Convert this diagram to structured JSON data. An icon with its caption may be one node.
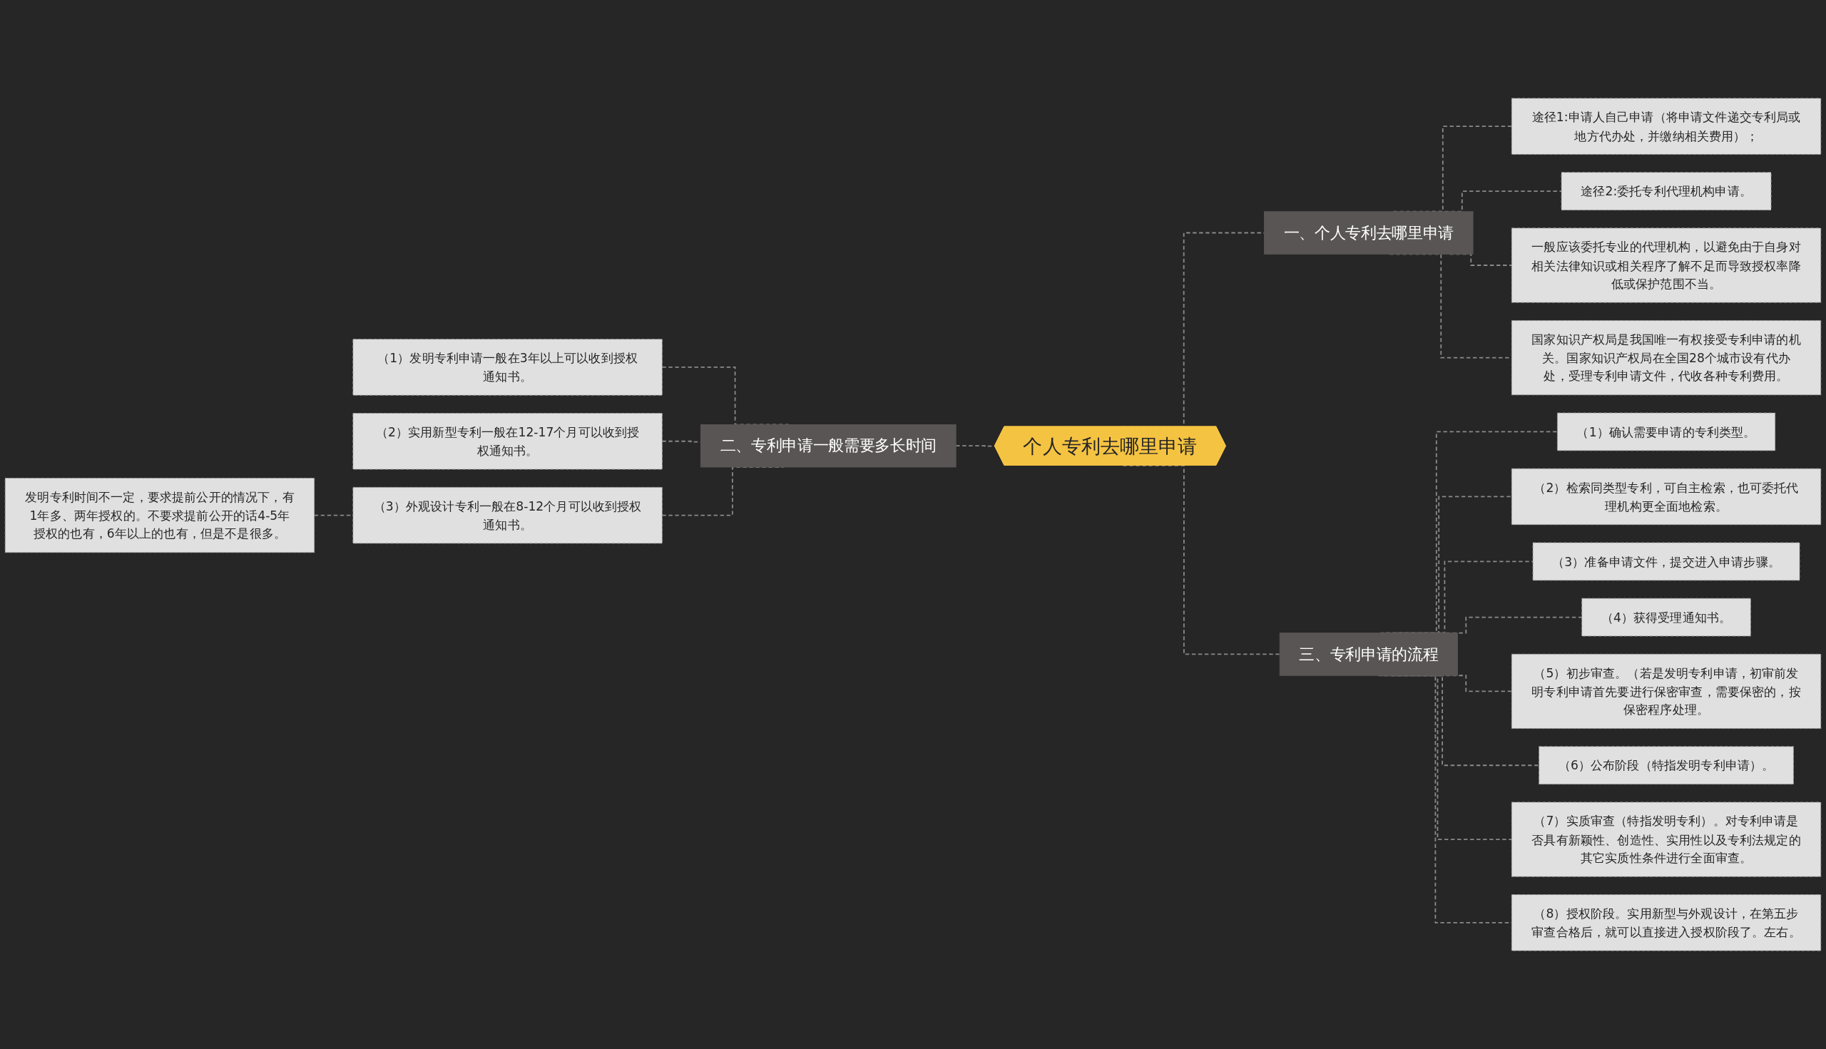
{
  "diagram": {
    "nodes": [
      {
        "text": [
          "个人专利去哪里申请"
        ]
      },
      {
        "text": [
          "一、个人专利去哪里申请"
        ]
      },
      {
        "text": [
          "途径1:申请人自己申请（将申请文件递交专利局或地方代办处，并缴纳相关费用）；"
        ]
      },
      {
        "text": [
          "途径2:委托专利代理机构申请。"
        ]
      },
      {
        "text": [
          "一般应该委托专业的代理机构，以避免由于自身对相关法律知识或相关程序了解不足而导致授权率降低或保护范围不当。"
        ]
      },
      {
        "text": [
          "国家知识产权局是我国唯一有权接受专利申请的机关。国家知识产权局在全国28个城市设有代办处，受理专利申请文件，代收各种专利费用。"
        ]
      },
      {
        "text": [
          "二、专利申请一般需要多长时间"
        ]
      },
      {
        "text": [
          "（1）发明专利申请一般在3年以上可以收到授权通知书。"
        ]
      },
      {
        "text": [
          "（2）实用新型专利一般在12-17个月可以收到授权通知书。"
        ]
      },
      {
        "text": [
          "（3）外观设计专利一般在8-12个月可以收到授权通知书。"
        ]
      },
      {
        "text": [
          "发明专利时间不一定，要求提前公开的情况下，有1年多、两年授权的。不要求提前公开的话4-5年授权的也有，6年以上的也有，但是不是很多。"
        ]
      },
      {
        "text": [
          "三、专利申请的流程"
        ]
      },
      {
        "text": [
          "（1）确认需要申请的专利类型。"
        ]
      },
      {
        "text": [
          "（2）检索同类型专利，可自主检索，也可委托代理机构更全面地检索。"
        ]
      },
      {
        "text": [
          "（3）准备申请文件，提交进入申请步骤。"
        ]
      },
      {
        "text": [
          "（4）获得受理通知书。"
        ]
      },
      {
        "text": [
          "（5）初步审查。（若是发明专利申请，初审前发明专利申请首先要进行保密审查，需要保密的，按保密程序处理。"
        ]
      },
      {
        "text": [
          "（6）公布阶段（特指发明专利申请）。"
        ]
      },
      {
        "text": [
          "（7）实质审查（特指发明专利）。对专利申请是否具有新颖性、创造性、实用性以及专利法规定的其它实质性条件进行全面审查。"
        ]
      },
      {
        "text": [
          "（8）授权阶段。实用新型与外观设计，在第五步审查合格后，就可以直接进入授权阶段了。左右。"
        ]
      }
    ],
    "edges": [
      {
        "from": 0,
        "to": 1,
        "arrow": "none"
      },
      {
        "from": 1,
        "to": 2,
        "arrow": "none"
      },
      {
        "from": 1,
        "to": 3,
        "arrow": "none"
      },
      {
        "from": 1,
        "to": 4,
        "arrow": "none"
      },
      {
        "from": 1,
        "to": 5,
        "arrow": "none"
      },
      {
        "from": 0,
        "to": 6,
        "arrow": "none"
      },
      {
        "from": 6,
        "to": 7,
        "arrow": "none"
      },
      {
        "from": 6,
        "to": 8,
        "arrow": "none"
      },
      {
        "from": 6,
        "to": 9,
        "arrow": "none"
      },
      {
        "from": 9,
        "to": 10,
        "arrow": "none"
      },
      {
        "from": 0,
        "to": 11,
        "arrow": "none"
      },
      {
        "from": 11,
        "to": 12,
        "arrow": "none"
      },
      {
        "from": 11,
        "to": 13,
        "arrow": "none"
      },
      {
        "from": 11,
        "to": 14,
        "arrow": "none"
      },
      {
        "from": 11,
        "to": 15,
        "arrow": "none"
      },
      {
        "from": 11,
        "to": 16,
        "arrow": "none"
      },
      {
        "from": 11,
        "to": 17,
        "arrow": "none"
      },
      {
        "from": 11,
        "to": 18,
        "arrow": "none"
      },
      {
        "from": 11,
        "to": 19,
        "arrow": "none"
      }
    ]
  }
}
